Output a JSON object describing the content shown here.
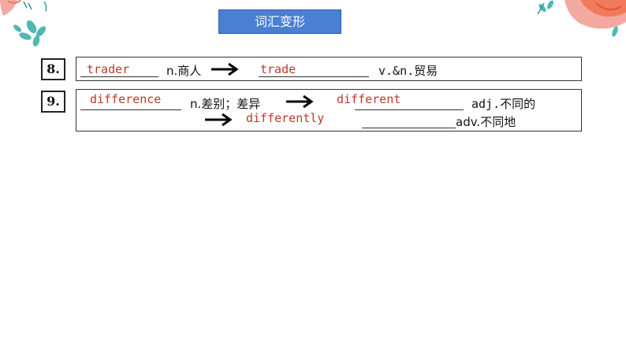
{
  "title": "词汇变形",
  "rows": [
    {
      "number": "8.",
      "answer1": "trader",
      "gloss1": "n.商人",
      "answer2": "trade",
      "gloss2": "v.&n.贸易"
    },
    {
      "number": "9.",
      "answer1": "difference",
      "gloss1": "n.差别；差异",
      "answer2": "different",
      "gloss2": "adj.不同的",
      "answer3": "differently",
      "gloss3": "adv.不同地"
    }
  ],
  "colors": {
    "title_bg": "#4a7fd1",
    "answer": "#c0392b",
    "leaf_teal": "#4fb8b2",
    "leaf_coral": "#f07a5a",
    "leaf_pink": "#f4a9a0"
  }
}
